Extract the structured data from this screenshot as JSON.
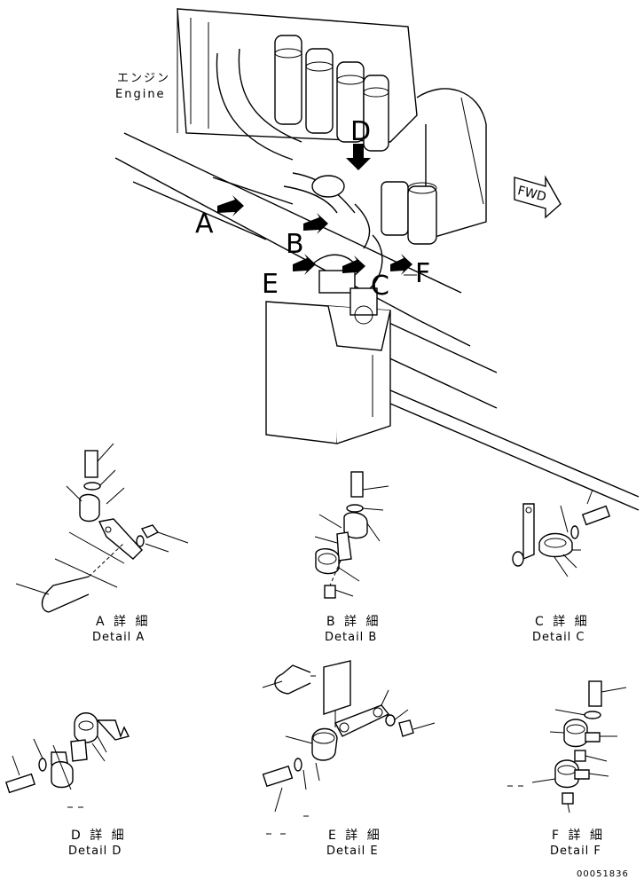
{
  "main_view": {
    "engine_jp": "エンジン",
    "engine_en": "Engine",
    "fwd_label": "FWD",
    "callouts": [
      "A",
      "B",
      "C",
      "D",
      "E",
      "F"
    ]
  },
  "details": {
    "a": {
      "jp": "A 詳 細",
      "en": "Detail A"
    },
    "b": {
      "jp": "B 詳 細",
      "en": "Detail B"
    },
    "c": {
      "jp": "C 詳 細",
      "en": "Detail C"
    },
    "d": {
      "jp": "D 詳 細",
      "en": "Detail D"
    },
    "e": {
      "jp": "E 詳 細",
      "en": "Detail E"
    },
    "f": {
      "jp": "F 詳 細",
      "en": "Detail F"
    }
  },
  "drawing_number": "00051836"
}
